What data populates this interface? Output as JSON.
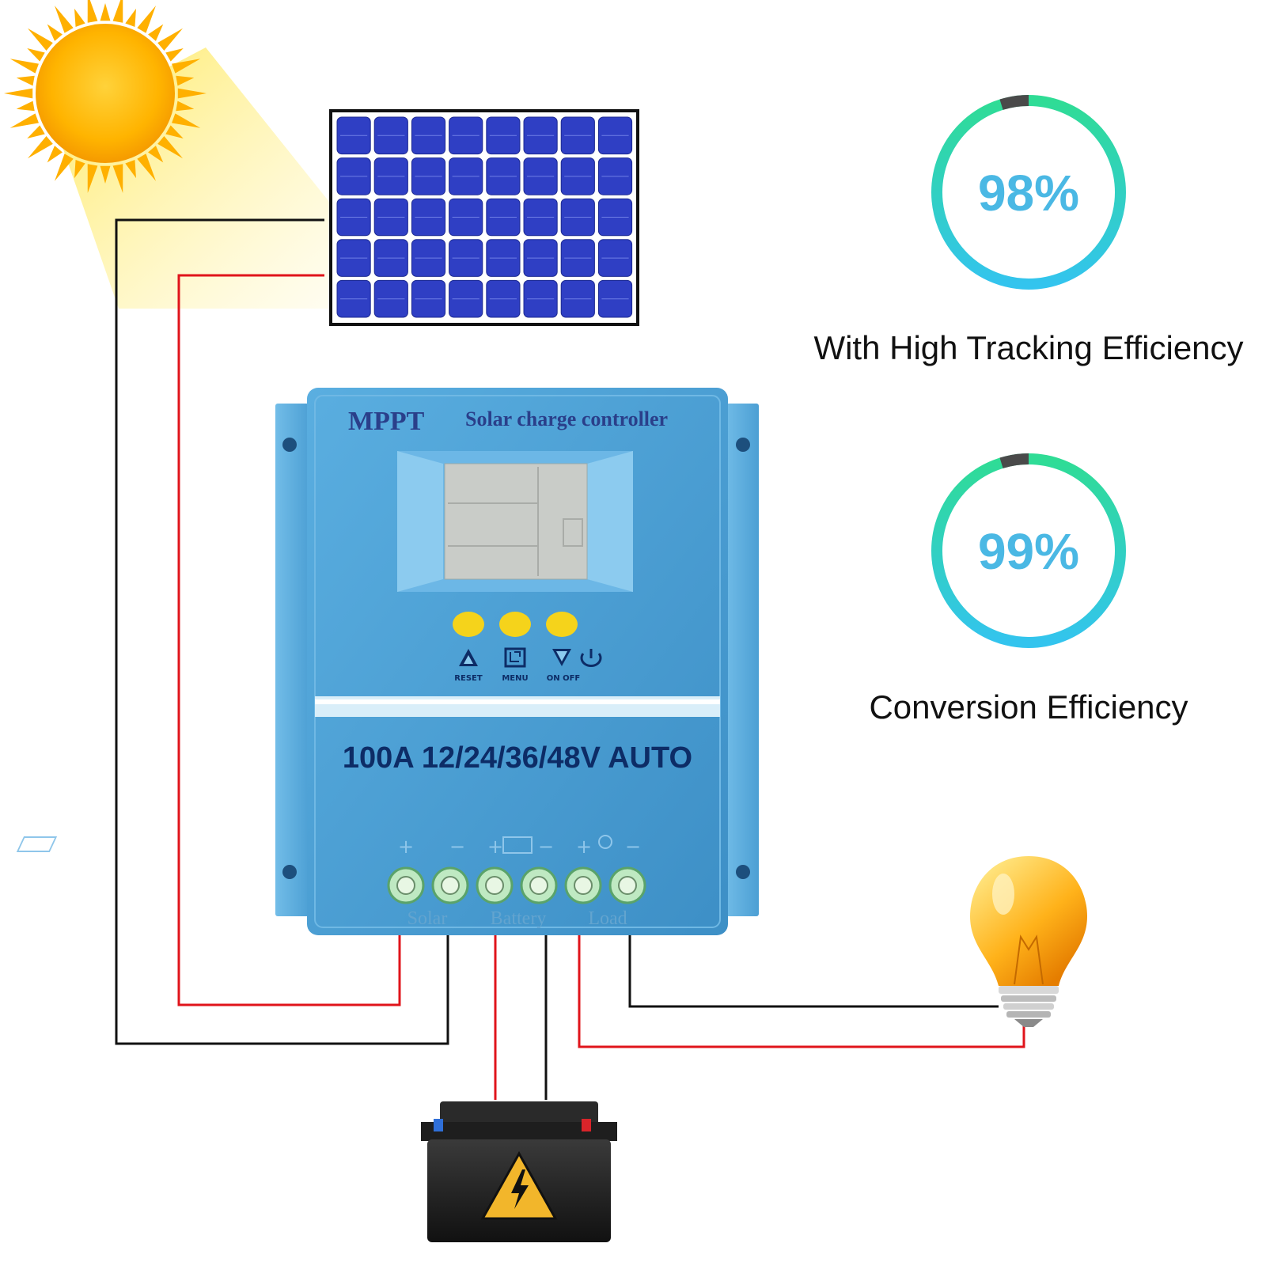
{
  "metrics": [
    {
      "value": 98,
      "value_text": "98%",
      "caption": "With High Tracking Efficiency"
    },
    {
      "value": 99,
      "value_text": "99%",
      "caption": "Conversion Efficiency"
    }
  ],
  "controller": {
    "brand": "MPPT",
    "subtitle": "Solar charge controller",
    "model": "100A 12/24/36/48V AUTO",
    "buttons": [
      "RESET",
      "MENU",
      "ON OFF"
    ],
    "terminal_groups": [
      "Solar",
      "Battery",
      "Load"
    ]
  },
  "colors": {
    "controller_body": "#4b9fd4",
    "wire_positive": "#e0141b",
    "wire_negative": "#111111",
    "metric_text": "#4ab8e4",
    "ring_green": "#2fdc95",
    "ring_blue": "#33c4ee",
    "button_yellow": "#f5d31b"
  },
  "icons": [
    "sun-icon",
    "solar-panel-icon",
    "light-bulb-icon",
    "battery-icon",
    "high-voltage-warning-icon"
  ]
}
